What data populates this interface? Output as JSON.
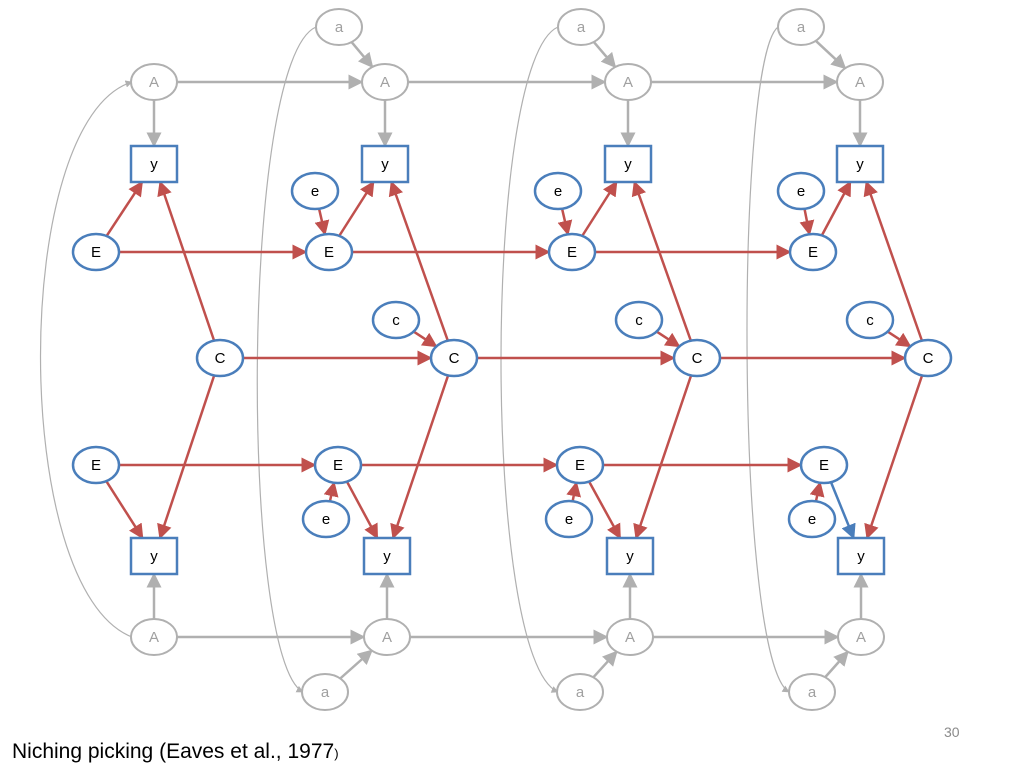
{
  "caption": {
    "main": "Niching picking (Eaves et al., 1977",
    "tail": ")"
  },
  "page_number": "30",
  "colors": {
    "blue": "#4a7ebb",
    "red": "#c0504d",
    "gray": "#b0b0b0",
    "gray_text": "#a0a0a0",
    "text": "#000000"
  },
  "node_labels": {
    "A": "A",
    "a": "a",
    "y": "y",
    "E": "E",
    "e": "e",
    "C": "C",
    "c": "c"
  }
}
